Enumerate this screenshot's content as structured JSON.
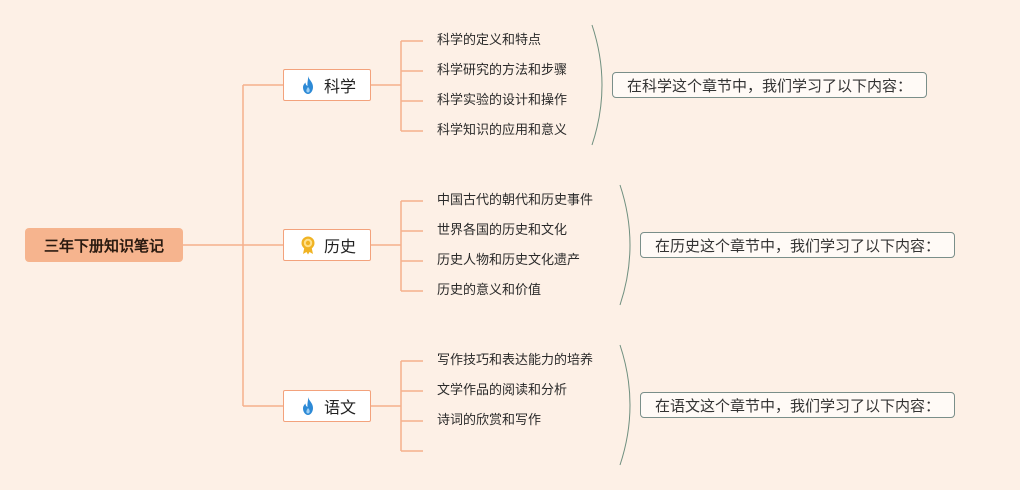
{
  "root": {
    "label": "三年下册知识笔记"
  },
  "branches": [
    {
      "label": "科学",
      "icon": "flame-icon",
      "icon_color": "#2d8ad6",
      "items": [
        "科学的定义和特点",
        "科学研究的方法和步骤",
        "科学实验的设计和操作",
        "科学知识的应用和意义"
      ],
      "summary": "在科学这个章节中，我们学习了以下内容："
    },
    {
      "label": "历史",
      "icon": "award-ribbon-icon",
      "icon_color": "#f0b323",
      "items": [
        "中国古代的朝代和历史事件",
        "世界各国的历史和文化",
        "历史人物和历史文化遗产",
        "历史的意义和价值"
      ],
      "summary": "在历史这个章节中，我们学习了以下内容："
    },
    {
      "label": "语文",
      "icon": "flame-icon",
      "icon_color": "#2d8ad6",
      "items": [
        "写作技巧和表达能力的培养",
        "文学作品的阅读和分析",
        "诗词的欣赏和写作",
        ""
      ],
      "summary": "在语文这个章节中，我们学习了以下内容："
    }
  ],
  "colors": {
    "background": "#fdf0e6",
    "root_fill": "#f6b48e",
    "connector": "#f5b08c",
    "bracket": "#6f8f7f",
    "summary_border": "#7a8f8a"
  }
}
